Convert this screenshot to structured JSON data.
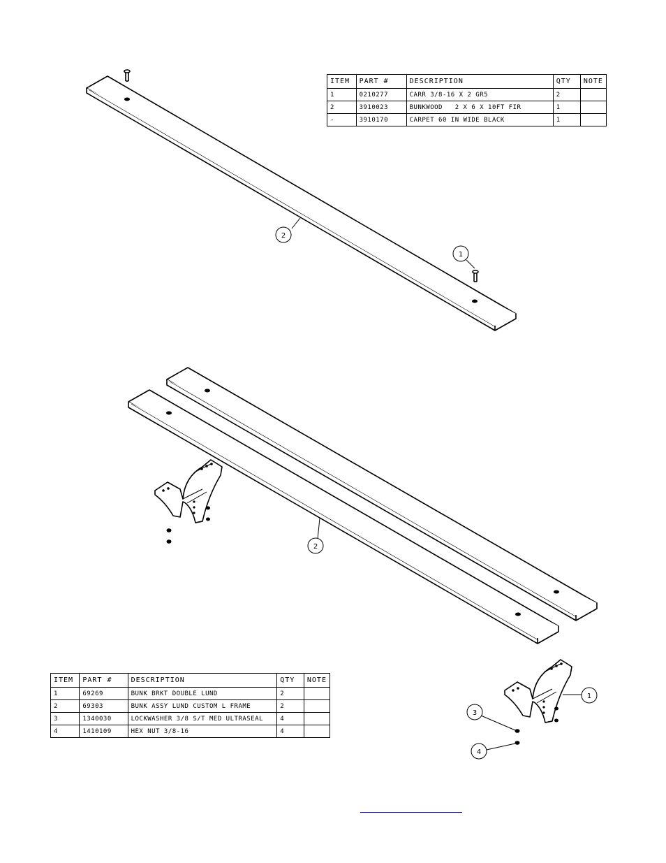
{
  "table_top": {
    "headers": [
      "ITEM",
      "PART #",
      "DESCRIPTION",
      "QTY",
      "NOTE"
    ],
    "rows": [
      [
        "1",
        "0210277",
        "CARR 3/8-16 X 2 GR5",
        "2",
        ""
      ],
      [
        "2",
        "3910023",
        "BUNKWOOD   2 X 6 X 10FT FIR",
        "1",
        ""
      ],
      [
        "-",
        "3910170",
        "CARPET 60 IN WIDE BLACK",
        "1",
        ""
      ]
    ]
  },
  "table_bottom": {
    "headers": [
      "ITEM",
      "PART #",
      "DESCRIPTION",
      "QTY",
      "NOTE"
    ],
    "rows": [
      [
        "1",
        "69269",
        "BUNK BRKT DOUBLE LUND",
        "2",
        ""
      ],
      [
        "2",
        "69303",
        "BUNK ASSY LUND CUSTOM L FRAME",
        "2",
        ""
      ],
      [
        "3",
        "1340030",
        "LOCKWASHER 3/8 S/T MED ULTRASEAL",
        "4",
        ""
      ],
      [
        "4",
        "1410109",
        "HEX NUT 3/8-16",
        "4",
        ""
      ]
    ]
  },
  "balloons": {
    "top_board": "2",
    "top_bolt": "1",
    "pair_board": "2",
    "detail_bracket": "1",
    "detail_washer": "3",
    "detail_nut": "4"
  },
  "footer_link": ""
}
